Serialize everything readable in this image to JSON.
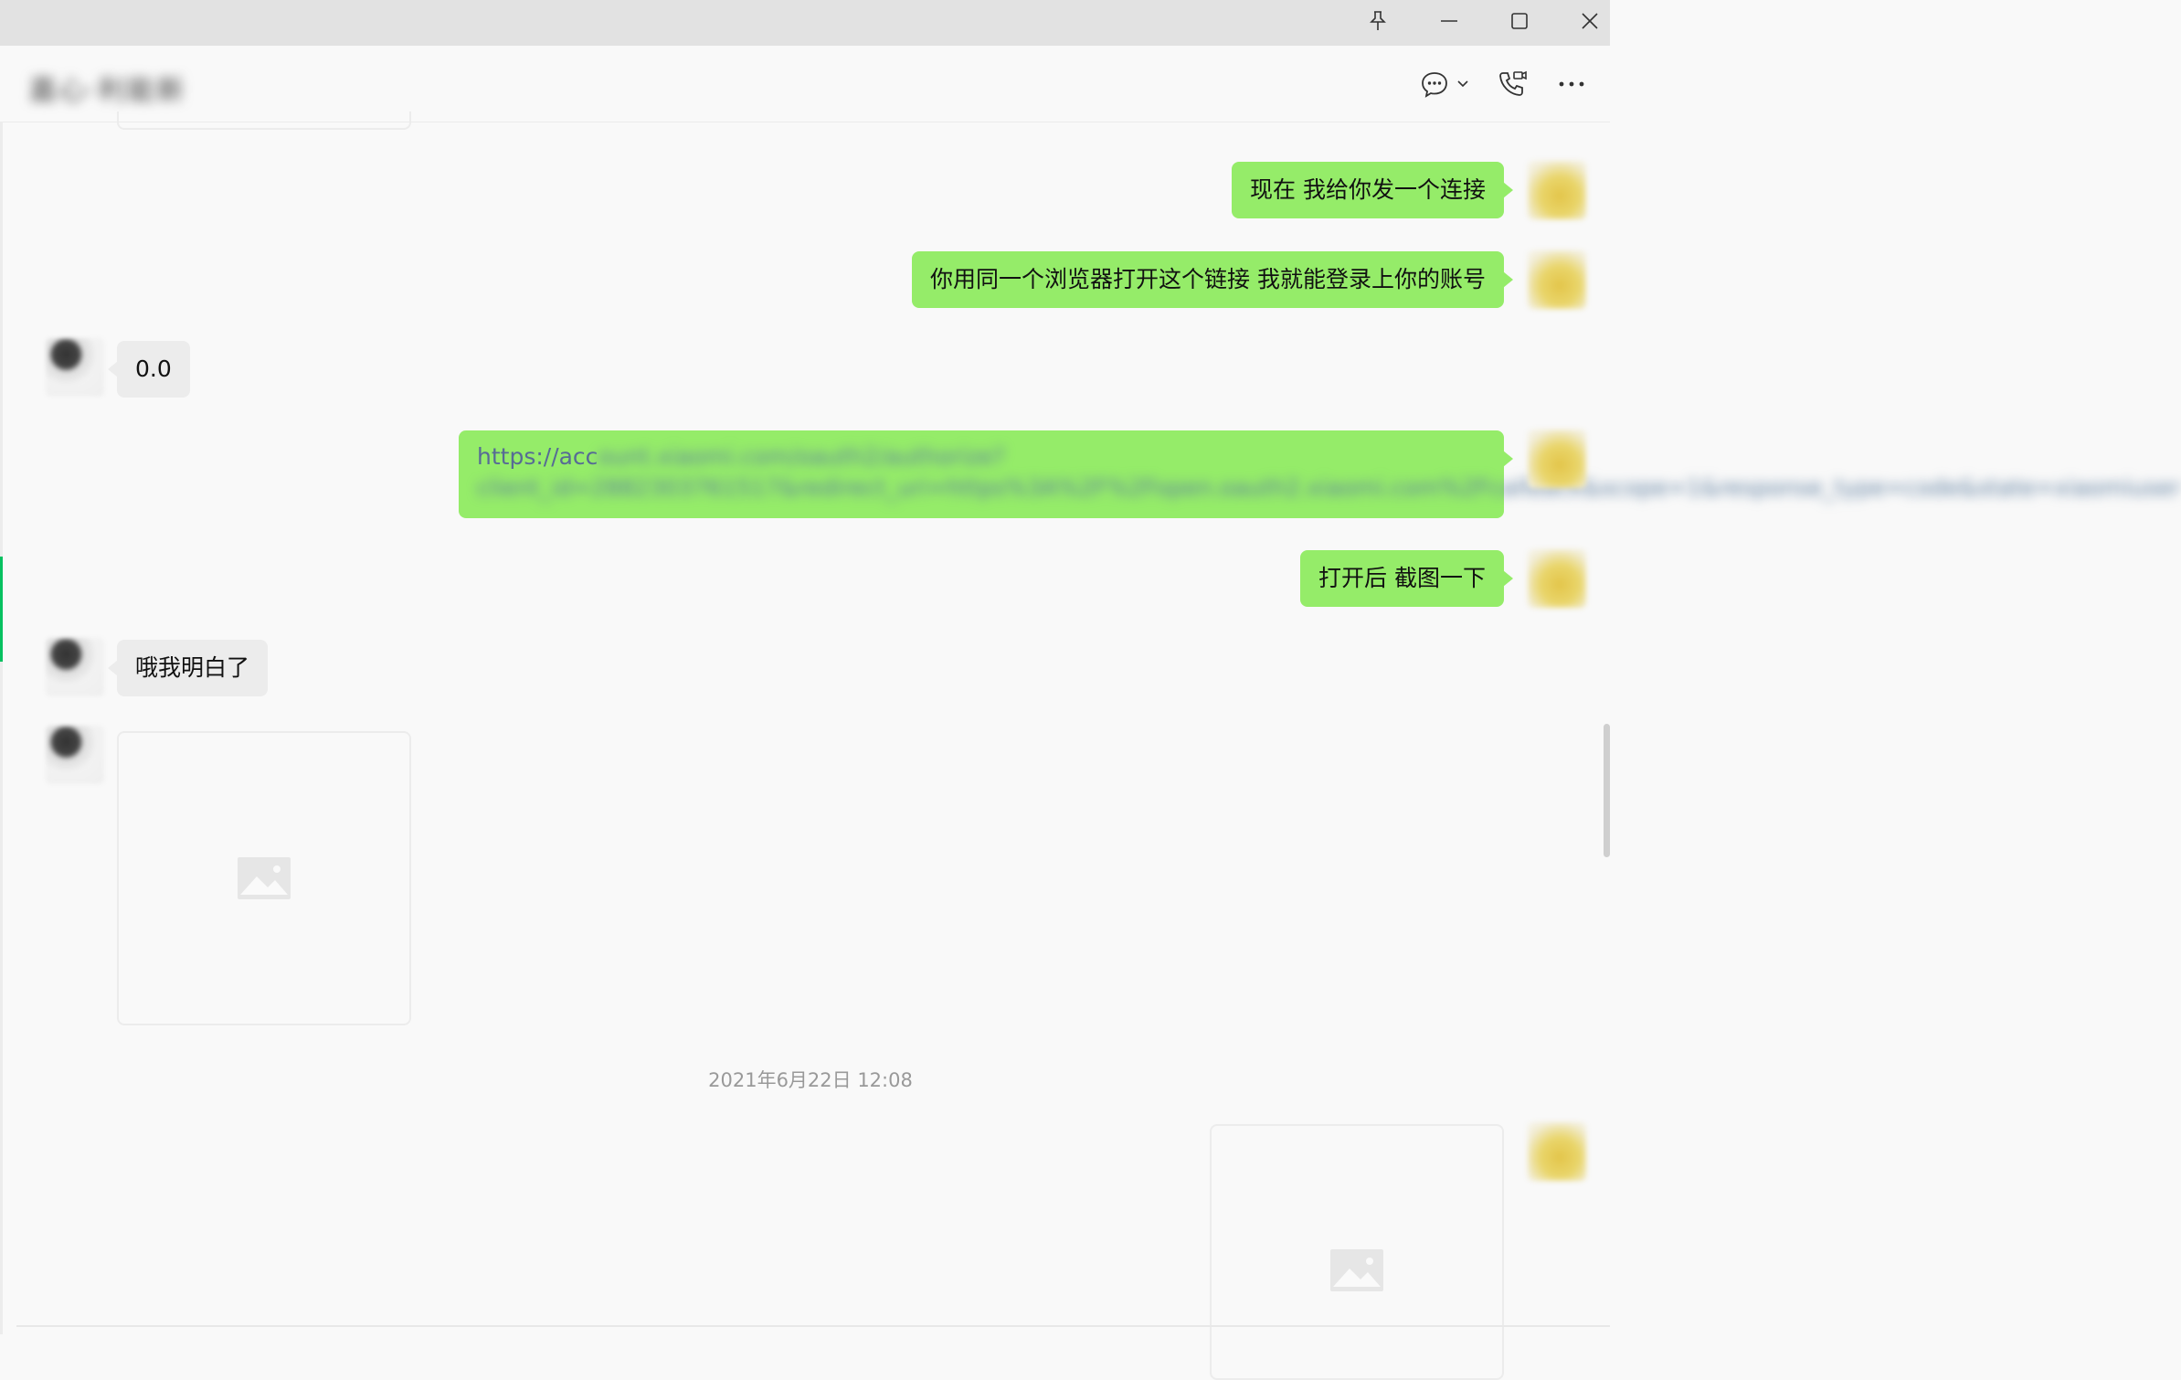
{
  "window": {
    "controls": {
      "pin": "pin-icon",
      "minimize": "minimize-icon",
      "maximize": "maximize-icon",
      "close": "close-icon"
    }
  },
  "header": {
    "title": "嘉心·利能新",
    "icons": [
      "chat-bubble-icon",
      "chevron-down-icon",
      "video-call-icon",
      "more-icon"
    ]
  },
  "messages": [
    {
      "sender": "self",
      "type": "text",
      "text": "现在 我给你发一个连接"
    },
    {
      "sender": "self",
      "type": "text",
      "text": "你用同一个浏览器打开这个链接  我就能登录上你的账号"
    },
    {
      "sender": "other",
      "type": "text",
      "text": "0.0"
    },
    {
      "sender": "self",
      "type": "link",
      "text_visible": "https://acc",
      "text_blurred": "ount.xiaomi.com/oauth2/authorize?client_id=2882303761517&redirect_uri=https%3A%2F%2Fopen.oauth2.xiaomi.com%2Fcallback&scope=1&response_type=code&state=xiaomiuser"
    },
    {
      "sender": "self",
      "type": "text",
      "text": "打开后 截图一下"
    },
    {
      "sender": "other",
      "type": "text",
      "text": "哦我明白了"
    },
    {
      "sender": "other",
      "type": "image",
      "icon": "image-placeholder-icon"
    },
    {
      "sender": "self",
      "type": "image",
      "icon": "image-placeholder-icon"
    }
  ],
  "timestamp": "2021年6月22日 12:08"
}
